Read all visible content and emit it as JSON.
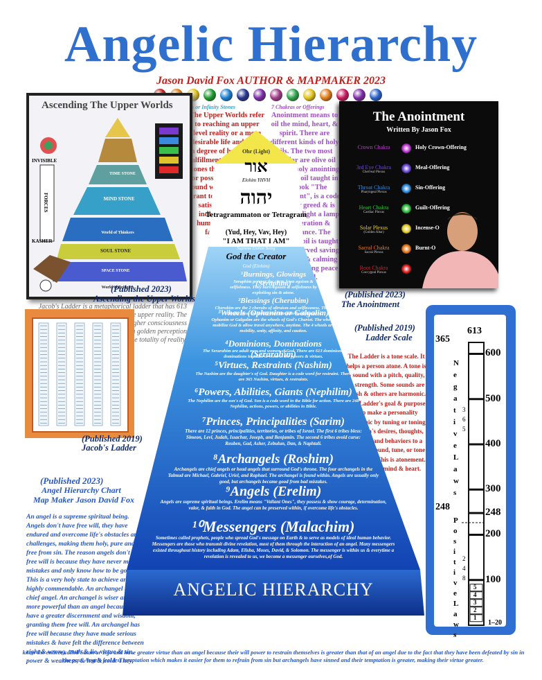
{
  "title": "Angelic Hierarchy",
  "subtitle": "Jason David Fox AUTHOR & MAPMAKER 2023",
  "gems": {
    "left_caption": "7 Singularities or Infinity Stones",
    "right_caption": "7 Chakras or Offerings",
    "colors": [
      "#c0201c",
      "#e07b16",
      "#e0c21a",
      "#1c9a2e",
      "#1a7fd0",
      "#24358f",
      "#7c2aa6",
      "#a23a8a",
      "#2fa34a",
      "#e0c21a",
      "#e07b16",
      "#c81a5e",
      "#7c2aa6",
      "#2660c9"
    ]
  },
  "upper_worlds_text": "The Upper Worlds refer to reaching an upper level reality or a more desirable life and rising in degree of happiness & fulfillment. There are six stones that can be gained or possessed that when found within oneself can grant total fulfillment & satisfaction for the individual & all of humanity as well as fauna & flora.",
  "anointment_text": "Anointment means to oil the mind, heart, & spirit. There are different kinds of holy oils. The two most popular are olive oil and the holy anointing oil. Olive oil taught in the book \"The Anointment\", is a code word for greed & is burned to light a lamp of moderation & temperance. The anointing oil is taught to be preserved saving relaxation & calming energy creating peace of mind.",
  "book1": {
    "title": "Ascending The Upper Worlds",
    "stones": [
      "TIME STONE",
      "MIND STONE",
      "SOUL STONE",
      "SPACE STONE"
    ],
    "worlds": [
      "World of Thinkers",
      "World of Bridgers"
    ],
    "side": [
      "INVISIBLE",
      "FORCES",
      "KASHER"
    ],
    "caption1": "(Published 2023)",
    "caption2": "Ascending the Upper Worlds"
  },
  "book2": {
    "title": "The Anointment",
    "author": "Written By Jason Fox",
    "chakras": [
      {
        "name": "Crown Chakra",
        "sub": "",
        "offering": "Holy Crown-Offering",
        "color": "#c33bd8"
      },
      {
        "name": "3rd Eye Chakra",
        "sub": "Cherveal Plexus",
        "offering": "Meal-Offering",
        "color": "#6c49d8"
      },
      {
        "name": "Throat Chakra",
        "sub": "Pharyngeal Plexus",
        "offering": "Sin-Offering",
        "color": "#2f8ee0"
      },
      {
        "name": "Heart Chakra",
        "sub": "Cardiac Plexus",
        "offering": "Guilt-Offering",
        "color": "#30c040"
      },
      {
        "name": "Solar Plexus",
        "sub": "(Golden Altar)",
        "offering": "Incense-O",
        "color": "#e8d22a"
      },
      {
        "name": "Sacral Chakra",
        "sub": "Sacral Plexus",
        "offering": "Burnt-O",
        "color": "#e87a20"
      },
      {
        "name": "Root Chakra",
        "sub": "Coccygeal Plexus",
        "offering": "",
        "color": "#e02020"
      }
    ],
    "caption1": "(Published 2023)",
    "caption2": "The Anointment"
  },
  "jacobs_text": "Jacob's Ladder is a metaphorical ladder that has 613 rungs or steps that lead up to the upper reality. The upper reality is an upper level or higher consciousness & existence. When reached enables a golden perception of the totality of reality.",
  "book3": {
    "caption1": "(Published 2019)",
    "caption2": "Jacob's Ladder"
  },
  "ladder_caption": {
    "caption1": "(Published 2019)",
    "caption2": "Ladder Scale"
  },
  "ladder_text": "The Ladder is a tone scale. It helps a person atone. A tone is a sound with a pitch, quality, & strength. Some sounds are harsh & others are harmonic. The Ladder's goal & purpose is to make a personality harmonic by tuning or toning a person's desires, thoughts, feelings, and behaviors to a heavenly sound, tune, or tone of divinity. This is atonement. To tune the mind & heart.",
  "ladder": {
    "top_left": "365",
    "top_right": "613",
    "mid_left": "248",
    "neg_label": "Negative Laws",
    "pos_label": "Positive Laws",
    "inner_top": "365",
    "inner_bottom": "248",
    "ticks": [
      "600",
      "500",
      "400",
      "300",
      "248",
      "200",
      "100"
    ],
    "rungs": [
      "5",
      "4",
      "3",
      "2",
      "1"
    ],
    "bottom": "1–20"
  },
  "chart_caption": {
    "c1": "(Published 2023)",
    "c2": "Angel Hierarchy Chart",
    "c3": "Map Maker Jason David Fox"
  },
  "angel_text": "An angel is a supreme spiritual being. Angels don't have free will, they have endured and overcome life's obstacles and challenges, making them holy, pure and free from sin. The reason angels don't have free will is because they have never made mistakes and only know how to be good. This is a very holy state to achieve and is highly commendable. An archangel is a chief angel. An archangel is wiser and more powerful than an angel because they have a greater discernment and wisdom, granting them free will. An archangel has free will because they have made serious mistakes & have felt the difference between right & wrong, truth & lie, virtue & sin, power & weakness, & hot & cold. They",
  "footer_text": "know the enticer called Satan or Ego and have greater virtue than an angel because their will power to restrain themselves is greater than that of an angel due to the fact that they have been defeated by sin in the past. Angels feel less temptation which makes it easier for them to refrain from sin but archangels have sinned and their temptation is greater, making their virtue greater.",
  "pyramid": {
    "apex_ohr": "Ohr (Light)",
    "apex_hebrew": "אור",
    "elohim": "Elohim YHVH",
    "tetra_hebrew": "יהוה",
    "tetra": "Tetragrammaton or Tetragram",
    "yhvh": "(Yud, Hey, Vav, Hey)",
    "iam": "\"I AM THAT I AM\"",
    "supreme": "Supreme Elohim Being",
    "creator": "God the Creator",
    "god_elohim": "God (Elohim)",
    "levels": [
      {
        "name": "¹Burnings, Glowings (Seraphim)",
        "desc": "Seraphim prevent the curse from egoism & selfishness. They burn egoism & selfishness by exploiting sin & atone."
      },
      {
        "name": "²Blessings (Cherubim)",
        "desc": "Cherubim are the 2 cherubs of altruism and selflessness. The 2 cherubs bless the world with altruism & selflessness."
      },
      {
        "name": "³Wheels (Ophanim or Galgalim)",
        "desc": "Ophanim or Galgalim are the wheels of God's Chariot. The wheels mobilize God & allow travel anywhere, anytime. The 4 wheels are mobility, unity, affinity, and caution."
      },
      {
        "name": "⁴Dominions, Dominations (Serarahim)",
        "desc": "The Serarahim are adult men and women of God. There are 613 dominions, dominations to attain or control the powers & virtues."
      },
      {
        "name": "⁵Virtues, Restraints (Nashim)",
        "desc": "The Nashim are the daughter's of God. Daughter is a code word for restraint. There are 365 Nashim, virtues, & restraints."
      },
      {
        "name": "⁶Powers, Abilities, Giants (Nephilim)",
        "desc": "The Nephilim are the son's of God. Son is a code word in the Bible for action. There are 248 Nephilim, actions, powers, or abilities in Bible."
      },
      {
        "name": "⁷Princes, Principalities (Sarim)",
        "desc": "There are 12 princes, principalities, territories, or tribes of Israel. The first 6 tribes bless: Simeon, Levi, Judah, Issachar, Joseph, and Benjamin. The second 6 tribes avoid curse: Reuben, Gad, Asher, Zebulun, Dan, & Naphtali."
      },
      {
        "name": "⁸Archangels (Roshim)",
        "desc": "Archangels are chief angels or head angels that surround God's throne. The four archangels in the Talmud are Michael, Gabriel, Uriel, and Raphael. The archangel is found within. Angels are usually only good, but archangels became good from bad mistakes."
      },
      {
        "name": "⁹Angels (Erelim)",
        "desc": "Angels are supreme spiritual beings. Erelim means \"Valiant Ones\", they possess & show courage, determination, valor, & faith in God. The angel can be preserved within, if overcome life's obstacles."
      },
      {
        "name": "¹⁰Messengers (Malachim)",
        "desc": "Sometimes called prophets, people who spread God's message on Earth & to serve as models of ideal human behavior. Messengers are those who transmit divine revelation, most of them through the interaction of an angel. Many messengers existed throughout history including Adam, Elisha, Moses, David, & Solomon. The messenger is within us & everytime a revelation is revealed to us, we become a messenger ourselves,of God."
      }
    ],
    "base": "ANGELIC HIERARCHY"
  }
}
